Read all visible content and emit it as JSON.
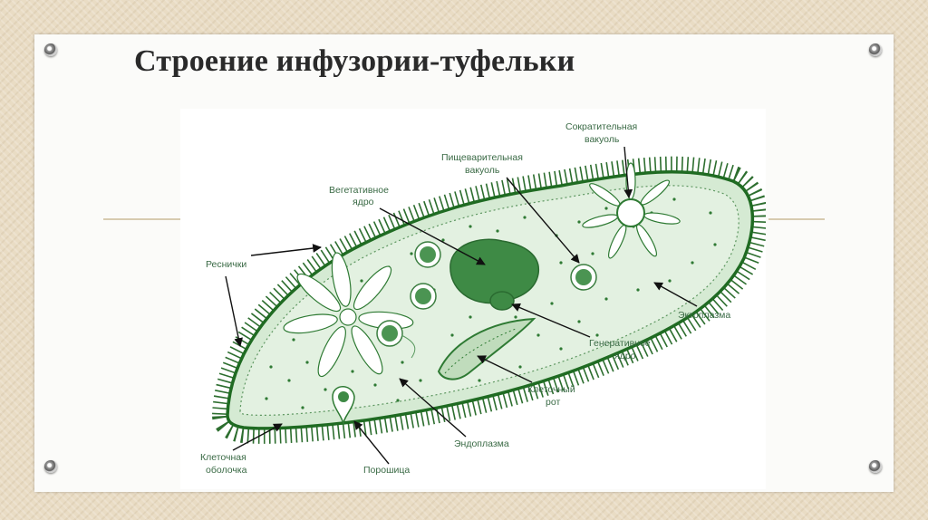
{
  "slide": {
    "title": "Строение инфузории-туфельки"
  },
  "diagram": {
    "labels": {
      "contractile_vacuole_1": "Сократительная",
      "contractile_vacuole_2": "вакуоль",
      "digestive_vacuole_1": "Пищеварительная",
      "digestive_vacuole_2": "вакуоль",
      "vegetative_nucleus_1": "Вегетативное",
      "vegetative_nucleus_2": "ядро",
      "cilia": "Реснички",
      "ectoplasm": "Эктоплазма",
      "generative_nucleus_1": "Генеративное",
      "generative_nucleus_2": "ядро",
      "cell_mouth_1": "Клеточный",
      "cell_mouth_2": "рот",
      "endoplasm": "Эндоплазма",
      "cell_membrane_1": "Клеточная",
      "cell_membrane_2": "оболочка",
      "pore": "Порошица"
    },
    "colors": {
      "membrane": "#1f6b22",
      "cytoplasm": "#d5ead3",
      "nucleus": "#3e8a45",
      "label": "#3a6a45"
    }
  }
}
